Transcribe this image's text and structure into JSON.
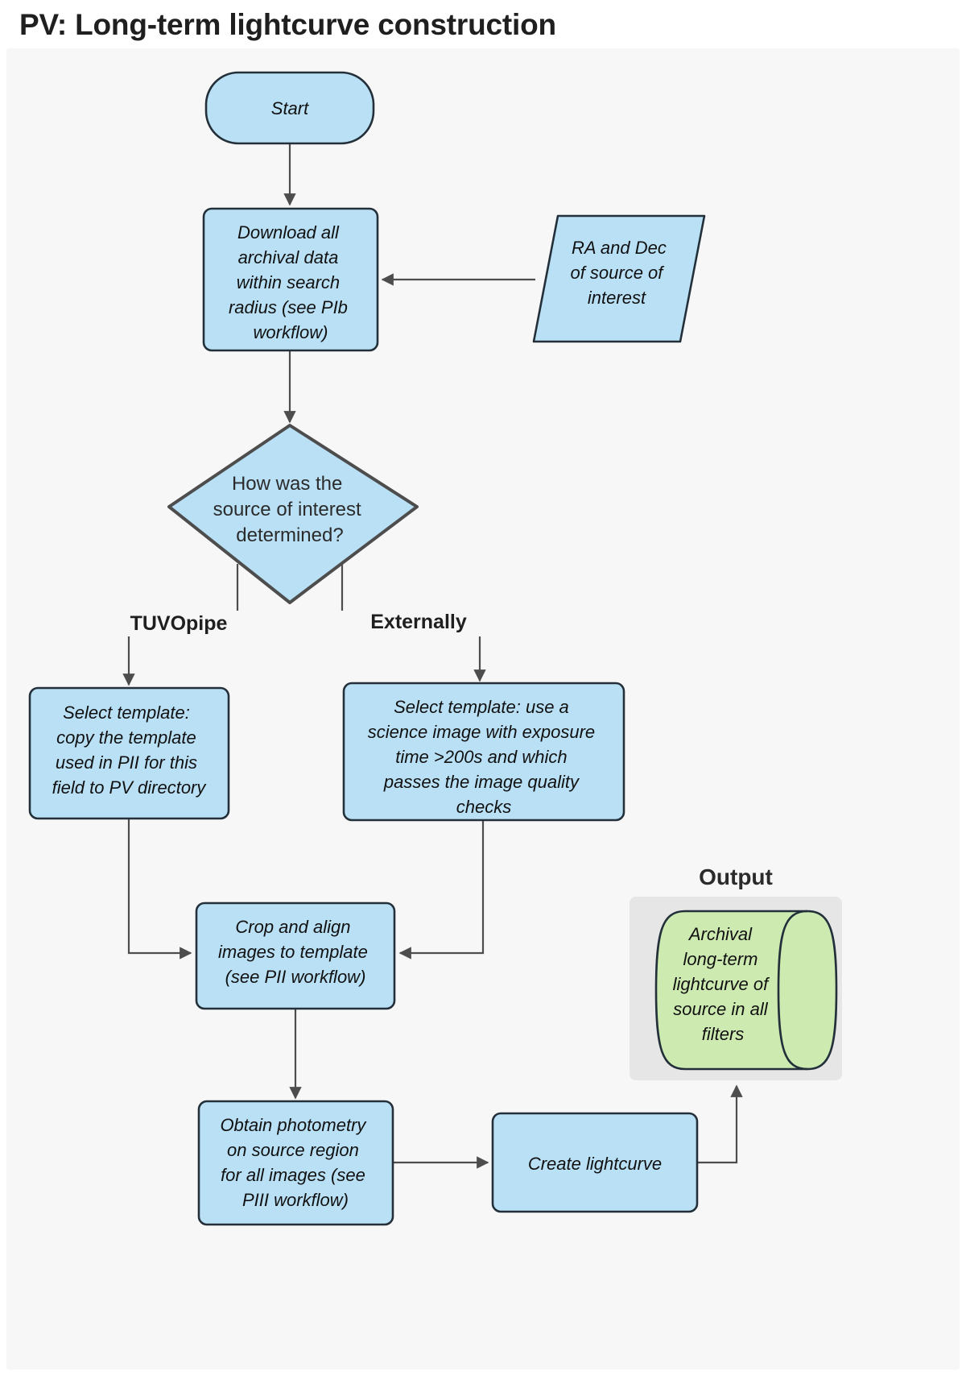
{
  "page": {
    "title": "PV: Long-term lightcurve construction",
    "background": "#ffffff",
    "panel_background": "#f7f7f7"
  },
  "colors": {
    "node_fill_blue": "#b9e0f5",
    "node_fill_green": "#cdeab1",
    "node_stroke_dark": "#23303a",
    "node_stroke_gray": "#4d4d4d",
    "group_fill": "#e6e6e6",
    "edge": "#4d4d4d",
    "text": "#111111",
    "title_text": "#1f1f1f"
  },
  "nodes": {
    "start": {
      "label": "Start",
      "shape": "stadium",
      "fill": "node_fill_blue"
    },
    "download": {
      "label": "Download all archival data within search radius (see PIb workflow)",
      "shape": "rounded-rect",
      "fill": "node_fill_blue"
    },
    "radec": {
      "label": "RA and Dec of source of interest",
      "shape": "parallelogram",
      "fill": "node_fill_blue"
    },
    "decision": {
      "label": "How was the source of interest determined?",
      "shape": "diamond",
      "fill": "node_fill_blue"
    },
    "template_tuvopipe": {
      "label": "Select template: copy the template used in PII for this field to PV directory",
      "shape": "rounded-rect",
      "fill": "node_fill_blue"
    },
    "template_external": {
      "label": "Select template: use a science image with exposure time >200s and which passes the image quality checks",
      "shape": "rounded-rect",
      "fill": "node_fill_blue"
    },
    "crop_align": {
      "label": "Crop and align images to template (see PII workflow)",
      "shape": "rounded-rect",
      "fill": "node_fill_blue"
    },
    "photometry": {
      "label": "Obtain photometry on source region for all images (see PIII workflow)",
      "shape": "rounded-rect",
      "fill": "node_fill_blue"
    },
    "create_lightcurve": {
      "label": "Create lightcurve",
      "shape": "rounded-rect",
      "fill": "node_fill_blue"
    },
    "output_cylinder": {
      "label": "Archival long-term lightcurve of source in all filters",
      "shape": "cylinder",
      "fill": "node_fill_green"
    }
  },
  "node_lines": {
    "start": [
      "Start"
    ],
    "download": [
      "Download all",
      "archival data",
      "within search",
      "radius (see PIb",
      "workflow)"
    ],
    "radec": [
      "RA and Dec",
      "of source of",
      "interest"
    ],
    "decision": [
      "How was the",
      "source of interest",
      "determined?"
    ],
    "template_tuvopipe": [
      "Select template:",
      "copy the template",
      "used in PII for this",
      "field to PV directory"
    ],
    "template_external": [
      "Select template: use a",
      "science image with exposure",
      "time >200s and which",
      "passes the image quality",
      "checks"
    ],
    "crop_align": [
      "Crop and align",
      "images to template",
      "(see PII workflow)"
    ],
    "photometry": [
      "Obtain photometry",
      "on source region",
      "for all images (see",
      "PIII workflow)"
    ],
    "create_lightcurve": [
      "Create lightcurve"
    ],
    "output_cylinder": [
      "Archival",
      "long-term",
      "lightcurve of",
      "source in all",
      "filters"
    ]
  },
  "edge_labels": {
    "branch_left": "TUVOpipe",
    "branch_right": "Externally"
  },
  "groups": {
    "output": {
      "label": "Output"
    }
  },
  "edges": [
    {
      "from": "start",
      "to": "download",
      "kind": "straight-down"
    },
    {
      "from": "radec",
      "to": "download",
      "kind": "straight-left"
    },
    {
      "from": "download",
      "to": "decision",
      "kind": "straight-down"
    },
    {
      "from": "decision",
      "to": "template_tuvopipe",
      "kind": "branch-down",
      "label": "TUVOpipe"
    },
    {
      "from": "decision",
      "to": "template_external",
      "kind": "branch-down",
      "label": "Externally"
    },
    {
      "from": "template_tuvopipe",
      "to": "crop_align",
      "kind": "elbow-right"
    },
    {
      "from": "template_external",
      "to": "crop_align",
      "kind": "elbow-left"
    },
    {
      "from": "crop_align",
      "to": "photometry",
      "kind": "straight-down"
    },
    {
      "from": "photometry",
      "to": "create_lightcurve",
      "kind": "straight-right"
    },
    {
      "from": "create_lightcurve",
      "to": "output_cylinder",
      "kind": "elbow-up"
    }
  ]
}
